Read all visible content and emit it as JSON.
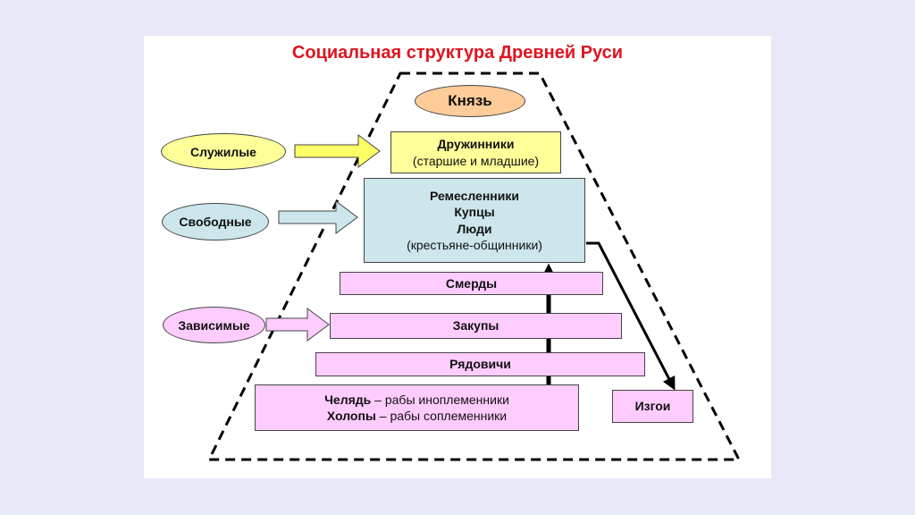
{
  "title": "Социальная структура Древней Руси",
  "prince": "Князь",
  "druzhina": {
    "title": "Дружинники",
    "sub": "(старшие и младшие)"
  },
  "free_box": {
    "line1": "Ремесленники",
    "line2": "Купцы",
    "line3": "Люди",
    "sub": "(крестьяне-общинники)"
  },
  "smerdy": "Смерды",
  "zakupy": "Закупы",
  "ryadovichi": "Рядовичи",
  "slaves": {
    "chelyad": "Челядь",
    "chelyad_desc": " – рабы иноплеменники",
    "kholopy": "Холопы",
    "kholopy_desc": " – рабы соплеменники"
  },
  "izgoi": "Изгои",
  "categories": {
    "serving": "Служилые",
    "free": "Свободные",
    "dependent": "Зависимые"
  },
  "colors": {
    "background": "#e8e8f8",
    "title": "#e0141e",
    "prince": "#ffcc99",
    "druzhina": "#ffff99",
    "free": "#cce6ec",
    "pink": "#ffccff"
  }
}
